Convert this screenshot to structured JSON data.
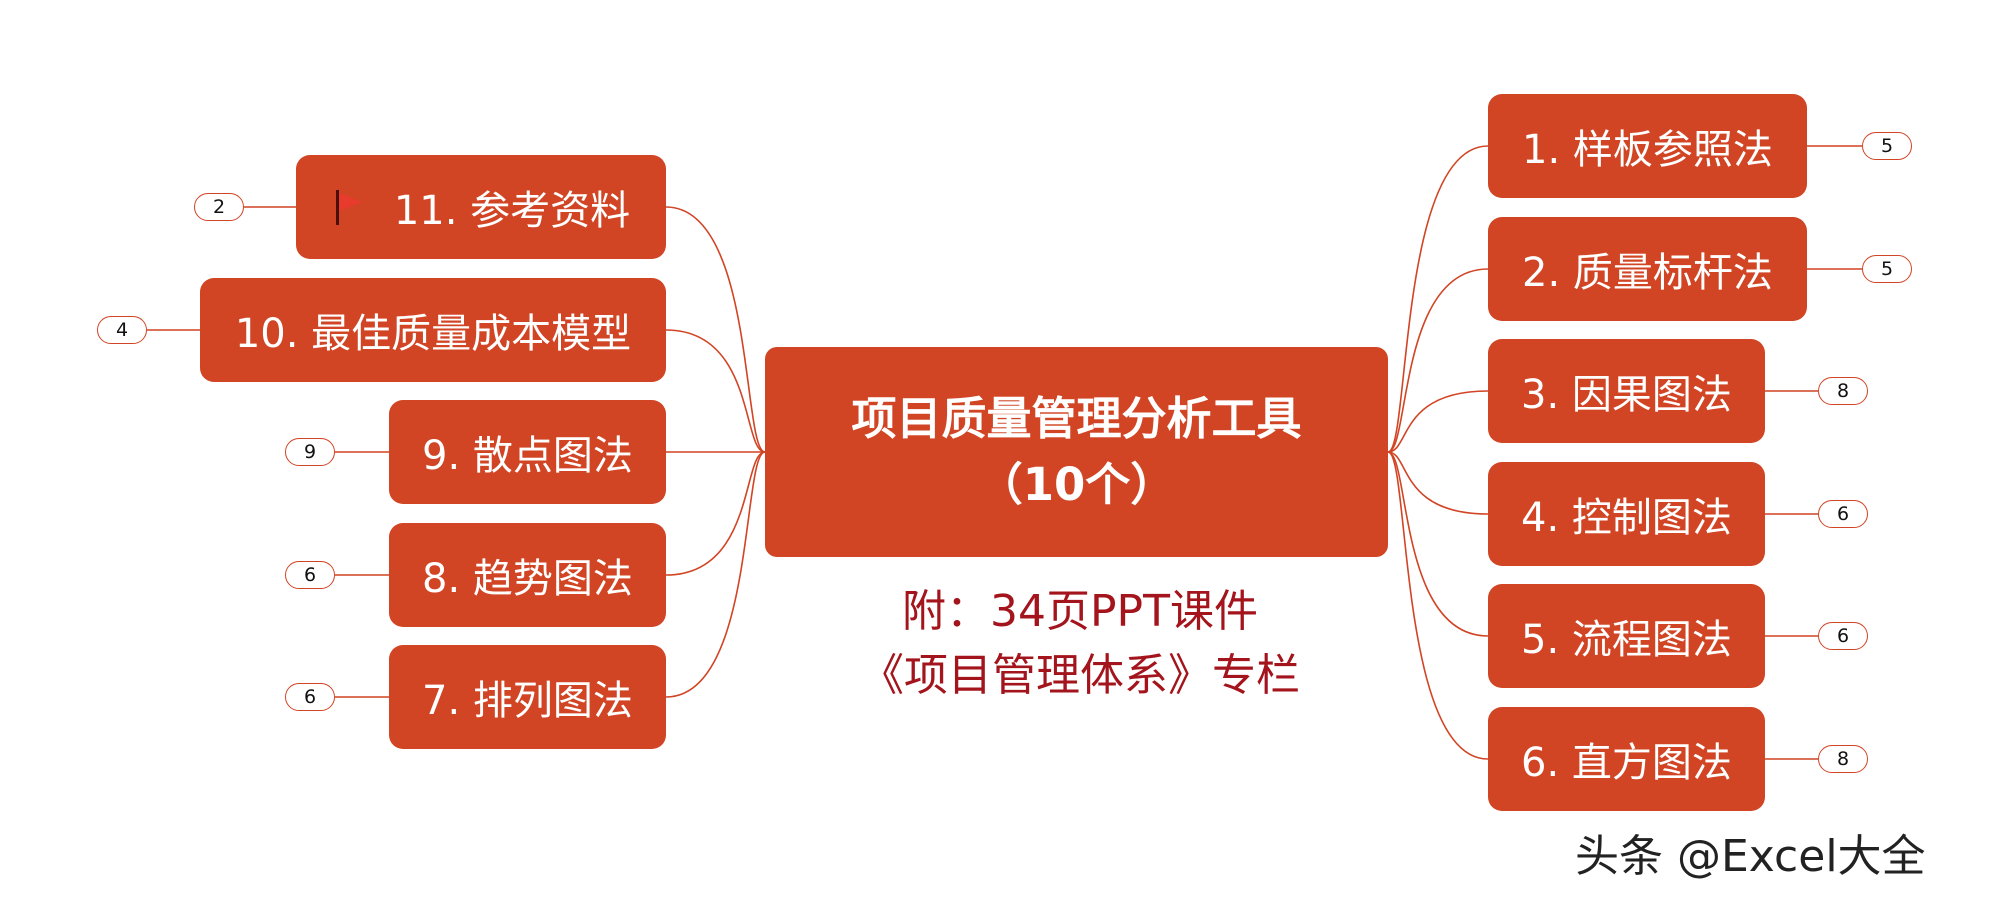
{
  "central": {
    "line1": "项目质量管理分析工具",
    "line2": "（10个）"
  },
  "note": {
    "line1": "附：34页PPT课件",
    "line2": "《项目管理体系》专栏"
  },
  "watermark": "头条 @Excel大全",
  "colors": {
    "node": "#d14424",
    "note": "#a3141c",
    "line": "#d14424"
  },
  "right_nodes": [
    {
      "label": "1. 样板参照法",
      "count": "5"
    },
    {
      "label": "2. 质量标杆法",
      "count": "5"
    },
    {
      "label": "3. 因果图法",
      "count": "8"
    },
    {
      "label": "4. 控制图法",
      "count": "6"
    },
    {
      "label": "5. 流程图法",
      "count": "6"
    },
    {
      "label": "6. 直方图法",
      "count": "8"
    }
  ],
  "left_nodes": [
    {
      "label": "11. 参考资料",
      "count": "2",
      "icon": "flag-icon"
    },
    {
      "label": "10. 最佳质量成本模型",
      "count": "4"
    },
    {
      "label": "9. 散点图法",
      "count": "9"
    },
    {
      "label": "8. 趋势图法",
      "count": "6"
    },
    {
      "label": "7. 排列图法",
      "count": "6"
    }
  ]
}
